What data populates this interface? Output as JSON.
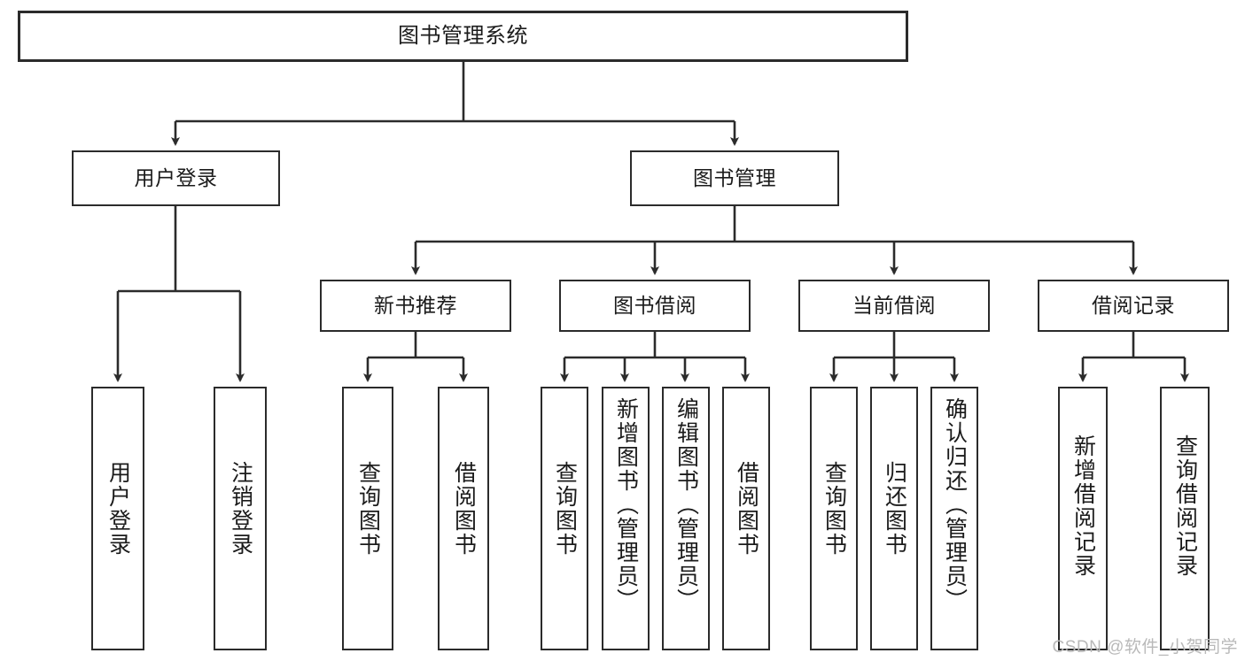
{
  "diagram": {
    "type": "tree",
    "title": "图书管理系统",
    "orientation": "top-down",
    "colors": {
      "box_border": "#2b2b2b",
      "box_fill": "#ffffff",
      "connector": "#2b2b2b",
      "text": "#1b1b1b",
      "watermark": "#b9b9b9",
      "background": "#ffffff"
    },
    "levels": {
      "level1": [
        "图书管理系统"
      ],
      "level2": [
        "用户登录",
        "图书管理"
      ],
      "level3": [
        "新书推荐",
        "图书借阅",
        "当前借阅",
        "借阅记录"
      ],
      "level4": [
        "用户登录",
        "注销登录",
        "查询图书",
        "借阅图书",
        "查询图书",
        "新增图书（管理员）",
        "编辑图书（管理员）",
        "借阅图书",
        "查询图书",
        "归还图书",
        "确认归还（管理员）",
        "新增借阅记录",
        "查询借阅记录"
      ]
    },
    "nodes": {
      "root": {
        "label": "图书管理系统"
      },
      "user_login": {
        "label": "用户登录"
      },
      "book_mgmt": {
        "label": "图书管理"
      },
      "new_book_rec": {
        "label": "新书推荐"
      },
      "book_borrow": {
        "label": "图书借阅"
      },
      "current_borrow": {
        "label": "当前借阅"
      },
      "borrow_record": {
        "label": "借阅记录"
      },
      "leaf_user_login": {
        "label": "用户登录"
      },
      "leaf_logout": {
        "label": "注销登录"
      },
      "leaf_query_book_1": {
        "label": "查询图书"
      },
      "leaf_borrow_book_1": {
        "label": "借阅图书"
      },
      "leaf_query_book_2": {
        "label": "查询图书"
      },
      "leaf_add_book": {
        "label": "新增图书（管理员）"
      },
      "leaf_edit_book": {
        "label": "编辑图书（管理员）"
      },
      "leaf_borrow_book_2": {
        "label": "借阅图书"
      },
      "leaf_query_book_3": {
        "label": "查询图书"
      },
      "leaf_return_book": {
        "label": "归还图书"
      },
      "leaf_confirm_return": {
        "label": "确认归还（管理员）"
      },
      "leaf_add_record": {
        "label": "新增借阅记录"
      },
      "leaf_query_record": {
        "label": "查询借阅记录"
      }
    },
    "edges": [
      {
        "from": "root",
        "to": "user_login"
      },
      {
        "from": "root",
        "to": "book_mgmt"
      },
      {
        "from": "user_login",
        "to": "leaf_user_login"
      },
      {
        "from": "user_login",
        "to": "leaf_logout"
      },
      {
        "from": "book_mgmt",
        "to": "new_book_rec"
      },
      {
        "from": "book_mgmt",
        "to": "book_borrow"
      },
      {
        "from": "book_mgmt",
        "to": "current_borrow"
      },
      {
        "from": "book_mgmt",
        "to": "borrow_record"
      },
      {
        "from": "new_book_rec",
        "to": "leaf_query_book_1"
      },
      {
        "from": "new_book_rec",
        "to": "leaf_borrow_book_1"
      },
      {
        "from": "book_borrow",
        "to": "leaf_query_book_2"
      },
      {
        "from": "book_borrow",
        "to": "leaf_add_book"
      },
      {
        "from": "book_borrow",
        "to": "leaf_edit_book"
      },
      {
        "from": "book_borrow",
        "to": "leaf_borrow_book_2"
      },
      {
        "from": "current_borrow",
        "to": "leaf_query_book_3"
      },
      {
        "from": "current_borrow",
        "to": "leaf_return_book"
      },
      {
        "from": "current_borrow",
        "to": "leaf_confirm_return"
      },
      {
        "from": "borrow_record",
        "to": "leaf_add_record"
      },
      {
        "from": "borrow_record",
        "to": "leaf_query_record"
      }
    ]
  },
  "watermark": {
    "text": "CSDN @软件_小贺同学"
  }
}
